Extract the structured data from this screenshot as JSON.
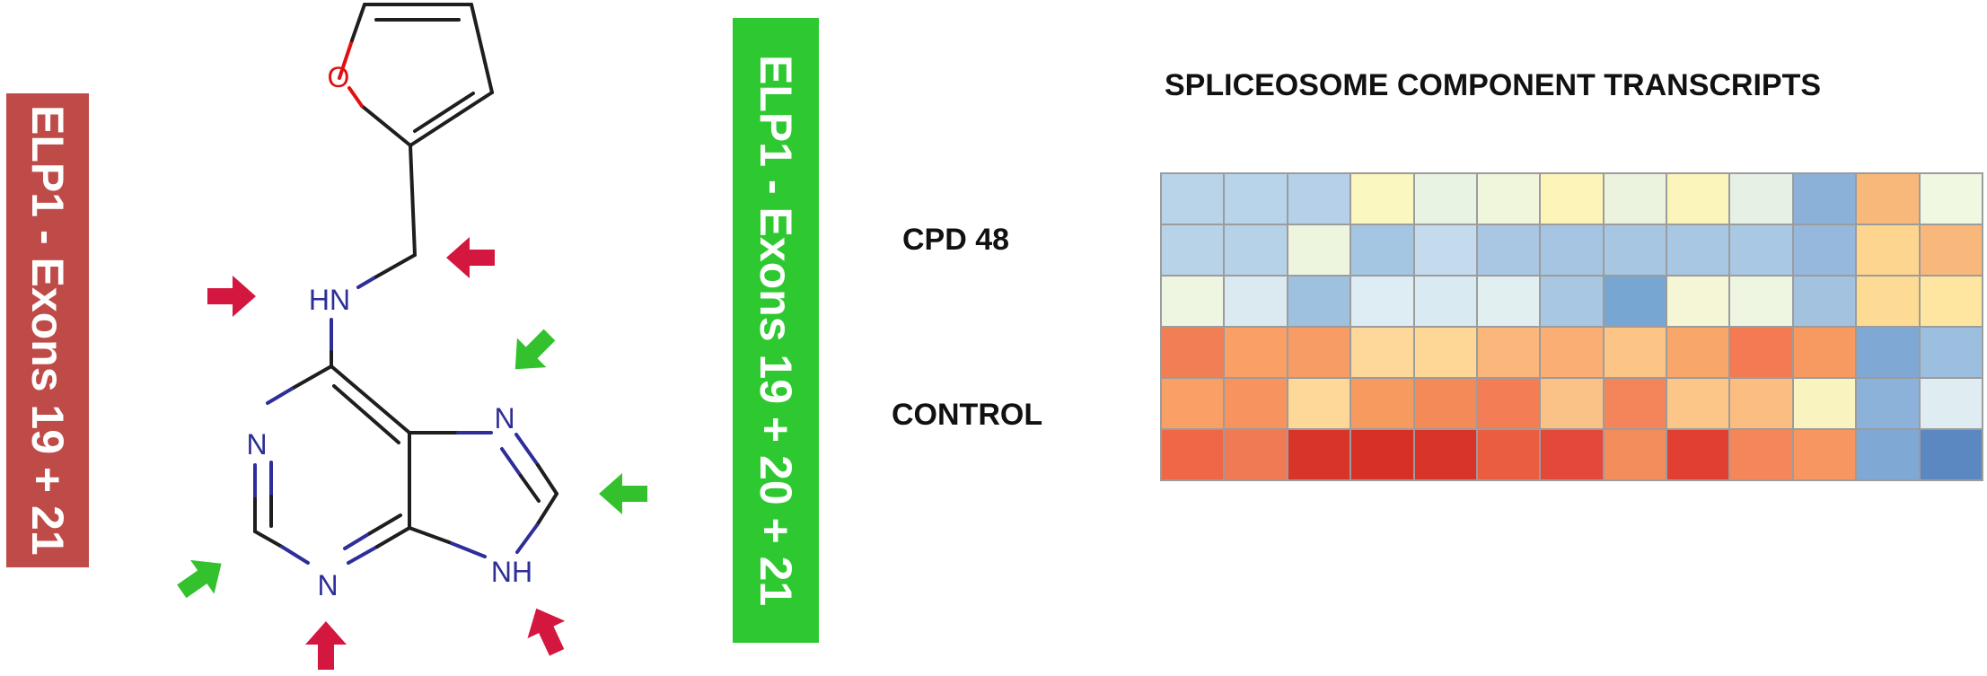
{
  "banners": {
    "left": "ELP1 - Exons 19 + 21",
    "middle": "ELP1 - Exons 19 + 20 + 21"
  },
  "molecule": {
    "atoms": {
      "o": "O",
      "hn": "HN",
      "n1": "N",
      "n3": "N",
      "n7": "N",
      "nh9": "NH"
    }
  },
  "arrows": [
    {
      "name": "red-arrow-left-of-hn",
      "color": "#d4173f",
      "direction": "right"
    },
    {
      "name": "red-arrow-near-ch2",
      "color": "#d4173f",
      "direction": "left"
    },
    {
      "name": "green-arrow-upper-n7",
      "color": "#33c22e",
      "direction": "down-left"
    },
    {
      "name": "green-arrow-right-c8",
      "color": "#33c22e",
      "direction": "left"
    },
    {
      "name": "green-arrow-lower-left-c2",
      "color": "#33c22e",
      "direction": "up-right"
    },
    {
      "name": "red-arrow-below-n3",
      "color": "#d4173f",
      "direction": "up"
    },
    {
      "name": "red-arrow-lower-right-nh",
      "color": "#d4173f",
      "direction": "up-left"
    }
  ],
  "heatmap": {
    "title": "SPLICEOSOME COMPONENT TRANSCRIPTS",
    "row_labels": {
      "cpd": "CPD 48",
      "control": "CONTROL"
    },
    "rows": 6,
    "cols": 13,
    "colors": [
      [
        "#b9d3e8",
        "#b7d4ea",
        "#b5d0e8",
        "#fbf7c0",
        "#e8f4e3",
        "#f0f6db",
        "#fdf4b7",
        "#ebf3df",
        "#fbf4bb",
        "#e6f1e5",
        "#8cb1d9",
        "#f8b879",
        "#f1f8e1"
      ],
      [
        "#b8d3e8",
        "#b5d2e8",
        "#eef5df",
        "#a5c6e3",
        "#c3dbec",
        "#a9c7e3",
        "#a5c5e2",
        "#a6c6e2",
        "#a8c7e3",
        "#a9c8e3",
        "#96b8dc",
        "#fdd58f",
        "#f8b87c"
      ],
      [
        "#eef5e1",
        "#dbeaf0",
        "#9fc1e0",
        "#ddedf3",
        "#d9eaf2",
        "#e2eff1",
        "#a8c7e3",
        "#78a6d2",
        "#f4f6d5",
        "#eef5e1",
        "#a2c2e0",
        "#fedb95",
        "#fee6a0"
      ],
      [
        "#f27e56",
        "#f8a066",
        "#f79c65",
        "#fdd89a",
        "#fed796",
        "#fbb77b",
        "#fbae74",
        "#fcc586",
        "#f9a66b",
        "#f37a53",
        "#f79a62",
        "#7fa9d4",
        "#9cbfdf"
      ],
      [
        "#f8a066",
        "#f6935e",
        "#fed898",
        "#f69a60",
        "#f58a59",
        "#f37d55",
        "#fbc287",
        "#f4855a",
        "#fcc689",
        "#fbbd80",
        "#f9f3c0",
        "#8cb2d9",
        "#dfecf2"
      ],
      [
        "#ef6746",
        "#f07a53",
        "#d8342a",
        "#d73027",
        "#d83429",
        "#ea5d41",
        "#e3483a",
        "#f38d5c",
        "#e03f31",
        "#f58659",
        "#f79660",
        "#7fa8d4",
        "#5c88c2"
      ]
    ]
  }
}
